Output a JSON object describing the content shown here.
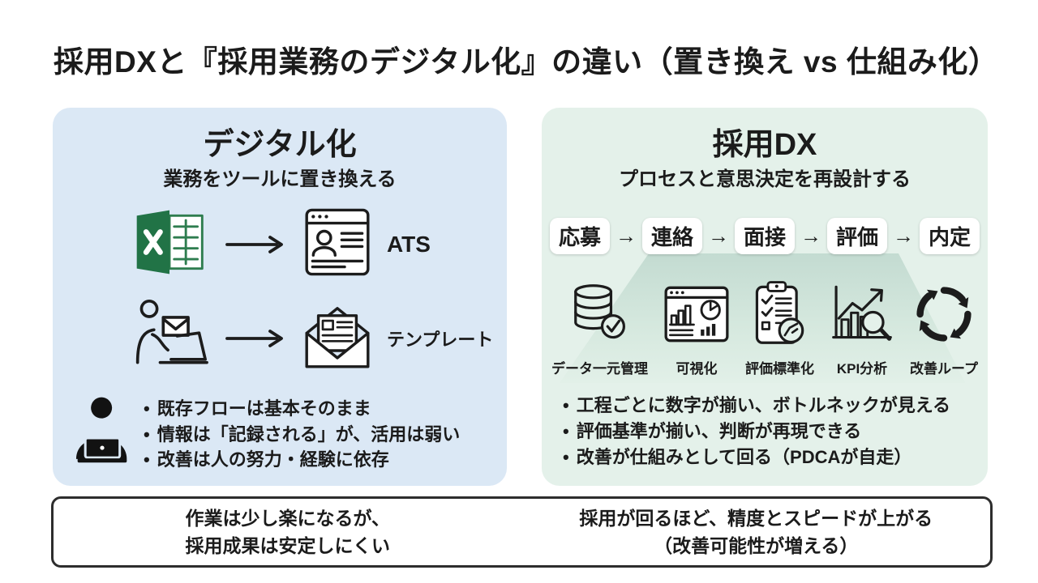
{
  "title": "採用DXと『採用業務のデジタル化』の違い（置き換え vs 仕組み化）",
  "left_panel": {
    "title": "デジタル化",
    "subtitle": "業務をツールに置き換える",
    "bg_color": "#dbe8f5",
    "mappings": [
      {
        "from_icon": "excel-icon",
        "to_icon": "ats-browser-icon",
        "label": "ATS"
      },
      {
        "from_icon": "person-email-icon",
        "to_icon": "template-envelope-icon",
        "label": "テンプレート"
      }
    ],
    "footnote_icon": "person-laptop-silhouette-icon",
    "bullets": [
      "既存フローは基本そのまま",
      "情報は「記録される」が、活用は弱い",
      "改善は人の努力・経験に依存"
    ]
  },
  "right_panel": {
    "title": "採用DX",
    "subtitle": "プロセスと意思決定を再設計する",
    "bg_color": "#e4f1ea",
    "flow_arrow": "→",
    "flow_steps": [
      "応募",
      "連絡",
      "面接",
      "評価",
      "内定"
    ],
    "capabilities": [
      {
        "icon": "database-check-icon",
        "label": "データ一元管理"
      },
      {
        "icon": "dashboard-chart-icon",
        "label": "可視化"
      },
      {
        "icon": "checklist-clipboard-icon",
        "label": "評価標準化"
      },
      {
        "icon": "kpi-analysis-icon",
        "label": "KPI分析"
      },
      {
        "icon": "improvement-loop-icon",
        "label": "改善ループ"
      }
    ],
    "bullets": [
      "工程ごとに数字が揃い、ボトルネックが見える",
      "評価基準が揃い、判断が再現できる",
      "改善が仕組みとして回る（PDCAが自走）"
    ]
  },
  "summary": {
    "left_lines": [
      "作業は少し楽になるが、",
      "採用成果は安定しにくい"
    ],
    "right_lines": [
      "採用が回るほど、精度とスピードが上がる",
      "（改善可能性が増える）"
    ]
  },
  "colors": {
    "left_panel_bg": "#dbe8f5",
    "right_panel_bg": "#e4f1ea",
    "funnel_top": "#c3dbd1",
    "excel_green": "#217346",
    "text": "#1b1b1b",
    "summary_border": "#2d2d2d"
  }
}
